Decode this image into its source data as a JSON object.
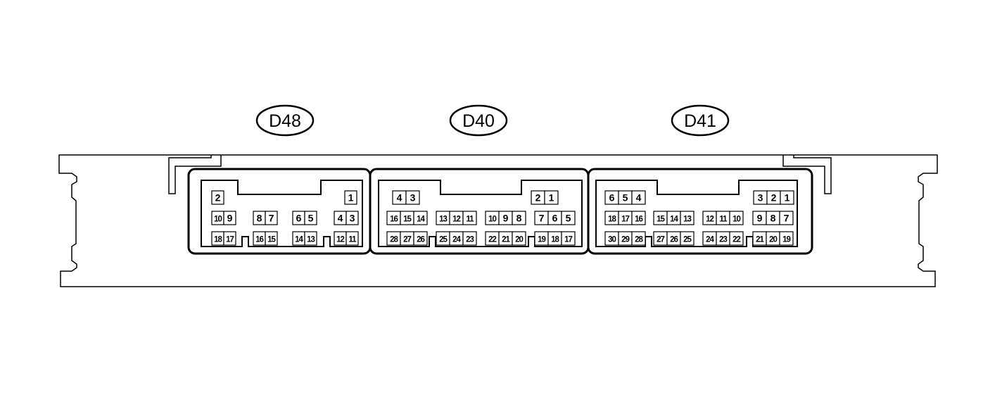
{
  "connectors": [
    {
      "label": "D48",
      "rows": [
        [
          "2",
          "",
          "",
          "",
          "",
          "1"
        ],
        [
          "10",
          "9",
          "8",
          "7",
          "6",
          "5",
          "4",
          "3"
        ],
        [
          "18",
          "17",
          "16",
          "15",
          "14",
          "13",
          "12",
          "11"
        ]
      ]
    },
    {
      "label": "D40",
      "rows": [
        [
          "4",
          "3",
          "2",
          "1"
        ],
        [
          "16",
          "15",
          "14",
          "13",
          "12",
          "11",
          "10",
          "9",
          "8",
          "7",
          "6",
          "5"
        ],
        [
          "28",
          "27",
          "26",
          "25",
          "24",
          "23",
          "22",
          "21",
          "20",
          "19",
          "18",
          "17"
        ]
      ]
    },
    {
      "label": "D41",
      "rows": [
        [
          "6",
          "5",
          "4",
          "3",
          "2",
          "1"
        ],
        [
          "18",
          "17",
          "16",
          "15",
          "14",
          "13",
          "12",
          "11",
          "10",
          "9",
          "8",
          "7"
        ],
        [
          "30",
          "29",
          "28",
          "27",
          "26",
          "25",
          "24",
          "23",
          "22",
          "21",
          "20",
          "19"
        ]
      ]
    }
  ]
}
